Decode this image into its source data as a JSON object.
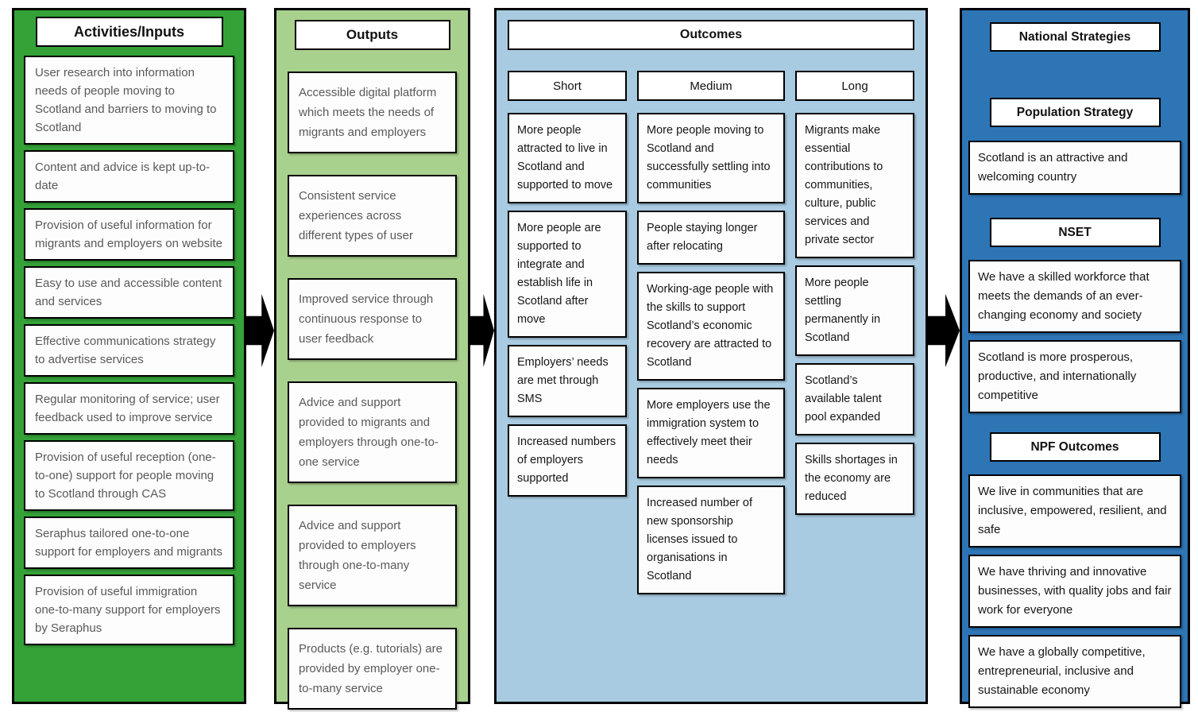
{
  "palette": {
    "activities_bg": "#35A238",
    "outputs_bg": "#A9D18E",
    "outcomes_bg": "#A9CBE1",
    "strategies_bg": "#2E75B6",
    "box_border": "#000000",
    "muted_text": "#595959",
    "dark_text": "#161616"
  },
  "activities": {
    "title": "Activities/Inputs",
    "items": [
      "User research into information needs of people moving to Scotland and barriers to moving to Scotland",
      "Content and advice is kept up-to-date",
      "Provision of useful information for migrants and employers on website",
      "Easy to use and accessible content and services",
      "Effective communications strategy to advertise services",
      "Regular monitoring of service; user feedback used to improve service",
      "Provision of useful reception (one-to-one) support for people moving to Scotland through CAS",
      "Seraphus tailored one-to-one support for employers and migrants",
      "Provision of useful immigration one-to-many support for employers by Seraphus"
    ]
  },
  "outputs": {
    "title": "Outputs",
    "items": [
      "Accessible digital platform which meets the needs of migrants and employers",
      "Consistent service experiences across different types of user",
      "Improved service through continuous response to user feedback",
      "Advice and support provided to migrants and employers through one-to-one service",
      "Advice and support provided to employers through one-to-many service",
      "Products (e.g. tutorials) are provided by employer one-to-many service"
    ]
  },
  "outcomes": {
    "title": "Outcomes",
    "columns": [
      {
        "label": "Short",
        "items": [
          "More people attracted to live in Scotland and supported to move",
          "More people are supported to integrate and establish life in Scotland after move",
          "Employers’ needs are met through SMS",
          "Increased numbers of employers supported"
        ]
      },
      {
        "label": "Medium",
        "items": [
          "More people moving to Scotland and successfully settling into communities",
          "People staying longer after relocating",
          "Working-age people with the skills to support Scotland’s economic recovery are attracted to Scotland",
          "More employers use the immigration system to effectively meet their needs",
          "Increased number of new sponsorship licenses issued to organisations in Scotland"
        ]
      },
      {
        "label": "Long",
        "items": [
          "Migrants make essential contributions to communities, culture, public services and private sector",
          "More people settling permanently in Scotland",
          "Scotland’s available talent pool expanded",
          "Skills shortages in the economy are reduced"
        ]
      }
    ]
  },
  "strategies": {
    "title": "National Strategies",
    "sections": [
      {
        "heading": "Population Strategy",
        "items": [
          "Scotland is an attractive and welcoming country"
        ]
      },
      {
        "heading": "NSET",
        "items": [
          "We have a skilled workforce that meets the demands of an ever-changing economy and society",
          "Scotland is more prosperous, productive, and internationally competitive"
        ]
      },
      {
        "heading": "NPF Outcomes",
        "items": [
          "We live in communities that are inclusive, empowered, resilient, and safe",
          "We have thriving and innovative businesses, with quality jobs and fair work for everyone",
          "We have a globally competitive, entrepreneurial, inclusive and sustainable economy"
        ]
      }
    ]
  }
}
